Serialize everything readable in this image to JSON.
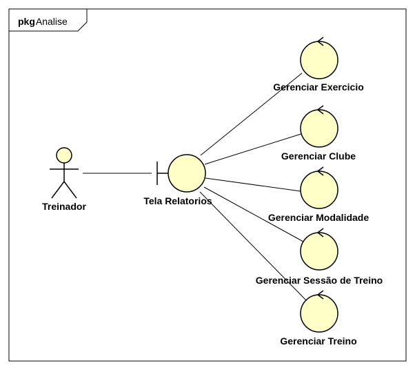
{
  "package": {
    "keyword": "pkg",
    "name": "Analise"
  },
  "colors": {
    "fill": "#ffffc8",
    "stroke": "#000000",
    "background": "#ffffff"
  },
  "actor": {
    "label": "Treinador",
    "icon": "actor-stick-figure-icon"
  },
  "boundary": {
    "label": "Tela Relatorios",
    "icon": "boundary-icon"
  },
  "controls": [
    {
      "label": "Gerenciar Exercicio",
      "icon": "control-icon"
    },
    {
      "label": "Gerenciar Clube",
      "icon": "control-icon"
    },
    {
      "label": "Gerenciar Modalidade",
      "icon": "control-icon"
    },
    {
      "label": "Gerenciar Sessão de Treino",
      "icon": "control-icon"
    },
    {
      "label": "Gerenciar Treino",
      "icon": "control-icon"
    }
  ]
}
